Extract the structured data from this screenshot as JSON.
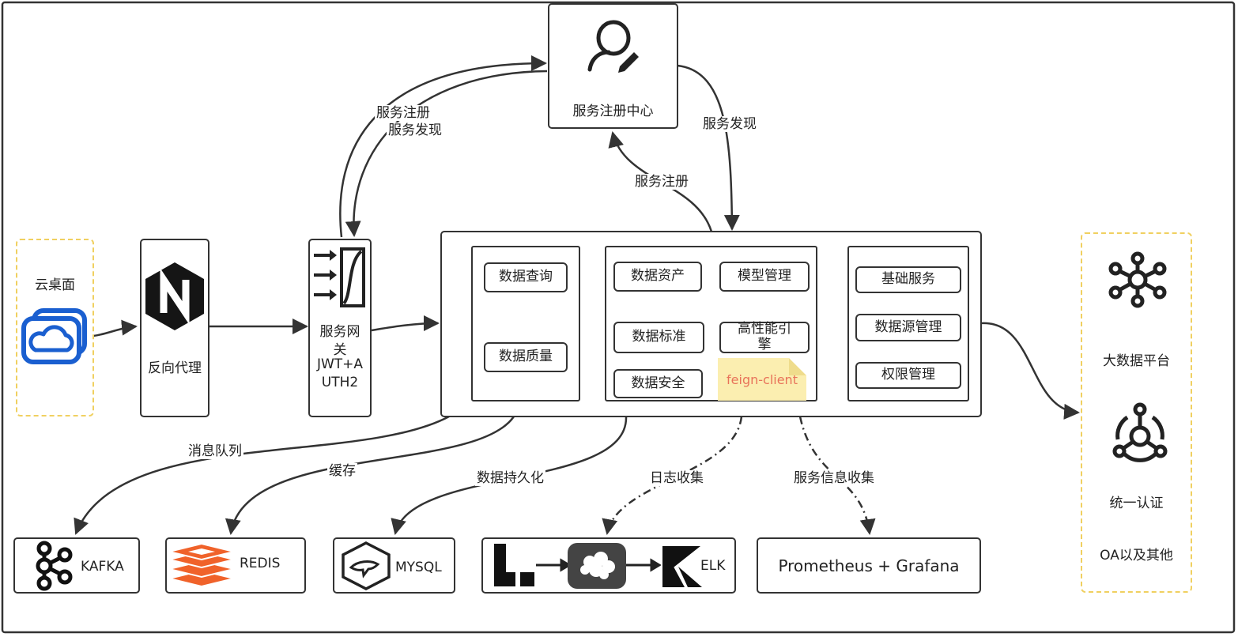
{
  "nodes": {
    "cloud_desktop": "云桌面",
    "reverse_proxy": "反向代理",
    "gateway_lines": [
      "服务网",
      "关",
      "JWT+A",
      "UTH2"
    ],
    "registry": "服务注册中心",
    "query": "数据查询",
    "quality": "数据质量",
    "assets": "数据资产",
    "model": "模型管理",
    "standard": "数据标准",
    "engine_lines": [
      "高性能引",
      "擎"
    ],
    "security": "数据安全",
    "note": "feign-client",
    "base_service": "基础服务",
    "datasource": "数据源管理",
    "permission": "权限管理",
    "bigdata": "大数据平台",
    "auth": "统一认证",
    "oa": "OA以及其他",
    "kafka": "KAFKA",
    "redis": "REDIS",
    "mysql": "MYSQL",
    "elk": "ELK",
    "prom": "Prometheus + Grafana"
  },
  "edges": {
    "gw_register_lines": [
      "服务注册",
      "服务发现"
    ],
    "discover": "服务发现",
    "register": "服务注册",
    "mq": "消息队列",
    "cache": "缓存",
    "persist": "数据持久化",
    "log": "日志收集",
    "metrics": "服务信息收集"
  },
  "colors": {
    "stroke": "#333333",
    "dashed_border": "#f0d060",
    "note_bg": "#fbeeb0",
    "note_text": "#e8735a",
    "cloud_blue": "#1a5fd0",
    "redis_orange": "#f0622a"
  },
  "icons": [
    "cloud-icon",
    "nginx-icon",
    "gateway-icon",
    "user-edit-icon",
    "hub-icon",
    "auth-icon",
    "kafka-icon",
    "redis-icon",
    "mysql-icon",
    "logstash-icon",
    "filebeat-icon",
    "kibana-icon"
  ]
}
